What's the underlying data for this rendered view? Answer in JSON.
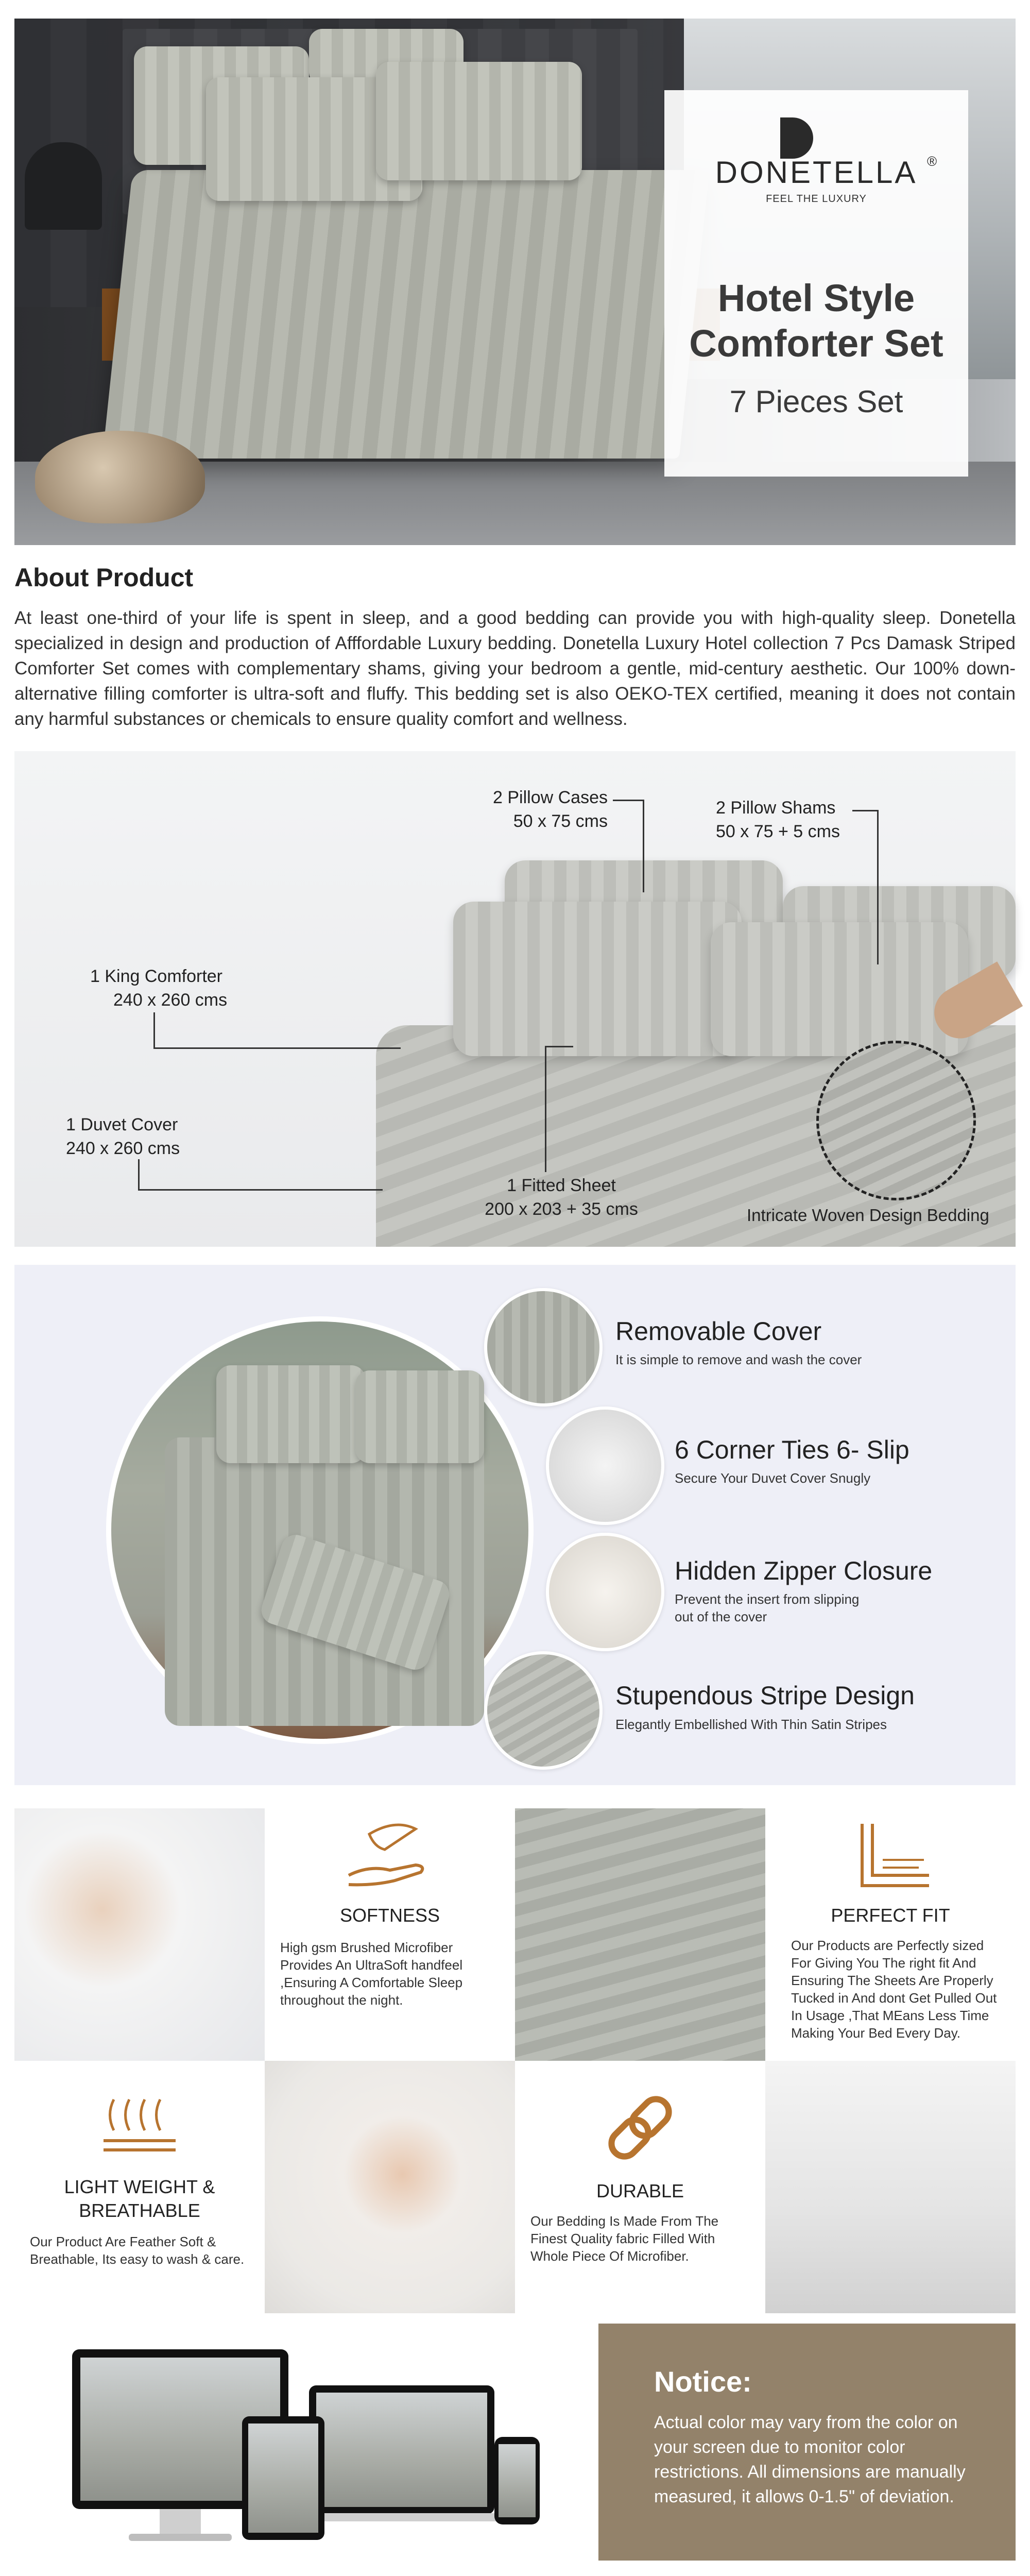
{
  "hero": {
    "brand_name": "DONETELLA",
    "brand_mark": "®",
    "brand_tagline": "FEEL THE LUXURY",
    "title_line1": "Hotel Style",
    "title_line2": "Comforter Set",
    "subtitle": "7 Pieces Set"
  },
  "about": {
    "heading": "About Product",
    "text": "At least one-third of your life is spent in sleep, and a good bedding can provide you with high-quality sleep. Donetella specialized in design and production of Afffordable Luxury bedding. Donetella Luxury Hotel collection 7 Pcs Damask Striped Comforter Set comes with complementary shams, giving your bedroom a gentle, mid-century aesthetic. Our 100% down-alternative filling comforter is ultra-soft and fluffy. This bedding set is also OEKO-TEX certified, meaning it does not contain any harmful substances or chemicals to ensure quality comfort and wellness."
  },
  "set_contents": {
    "pillow_cases": {
      "name": "2 Pillow Cases",
      "size": "50 x 75 cms"
    },
    "pillow_shams": {
      "name": "2 Pillow Shams",
      "size": "50 x 75 + 5 cms"
    },
    "king_comforter": {
      "name": "1 King Comforter",
      "size": "240 x 260 cms"
    },
    "duvet_cover": {
      "name": "1 Duvet Cover",
      "size": "240 x 260 cms"
    },
    "fitted_sheet": {
      "name": "1 Fitted Sheet",
      "size": "200 x 203 + 35 cms"
    },
    "detail_caption": "Intricate Woven Design Bedding"
  },
  "features": [
    {
      "title": "Removable Cover",
      "desc": "It is simple to remove and wash the cover"
    },
    {
      "title": "6 Corner Ties 6- Slip",
      "desc": "Secure Your Duvet Cover Snugly"
    },
    {
      "title": "Hidden Zipper Closure",
      "desc_line1": "Prevent the insert from slipping",
      "desc_line2": "out of the cover"
    },
    {
      "title": "Stupendous Stripe Design",
      "desc": "Elegantly Embellished With Thin Satin Stripes"
    }
  ],
  "benefits": {
    "softness": {
      "title": "SOFTNESS",
      "desc": "High gsm Brushed Microfiber Provides An UltraSoft handfeel ,Ensuring A Comfortable Sleep throughout the night.",
      "icon": "feather-hand-icon"
    },
    "perfect_fit": {
      "title": "PERFECT FIT",
      "desc": "Our Products are Perfectly sized For Giving You The right fit And Ensuring The Sheets Are Properly Tucked in And dont Get Pulled Out In Usage ,That MEans Less Time Making Your Bed Every Day.",
      "icon": "mattress-corner-icon"
    },
    "light_weight": {
      "title_line1": "LIGHT WEIGHT &",
      "title_line2": "BREATHABLE",
      "desc": "Our Product Are Feather Soft & Breathable, Its easy to wash & care.",
      "icon": "airflow-icon"
    },
    "durable": {
      "title": "DURABLE",
      "desc": "Our Bedding Is Made From The Finest Quality  fabric Filled With Whole Piece Of Microfiber.",
      "icon": "chain-link-icon"
    }
  },
  "notice": {
    "title": "Notice:",
    "text": "Actual color may vary from the color on your screen due to monitor color restrictions. All dimensions are manually measured, it allows 0-1.5\" of deviation."
  },
  "colors": {
    "accent_gold": "#b7742f",
    "notice_bg": "#93826a",
    "feature_panel_bg": "#eeeff7"
  }
}
